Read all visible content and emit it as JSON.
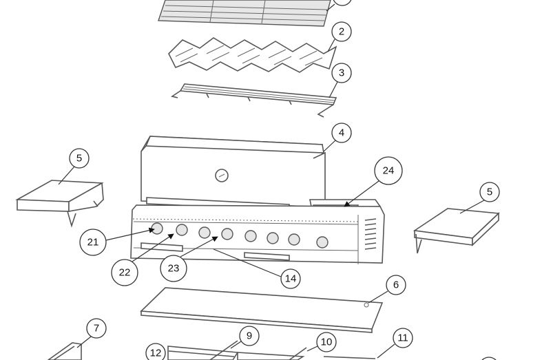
{
  "callouts": {
    "c1": "",
    "c2": "2",
    "c3": "3",
    "c4": "4",
    "c5a": "5",
    "c5b": "5",
    "c6": "6",
    "c7": "7",
    "c9": "9",
    "c10": "10",
    "c11": "11",
    "c12": "12",
    "c14": "14",
    "c21": "21",
    "c22": "22",
    "c23": "23",
    "c24": "24",
    "c13": ""
  }
}
